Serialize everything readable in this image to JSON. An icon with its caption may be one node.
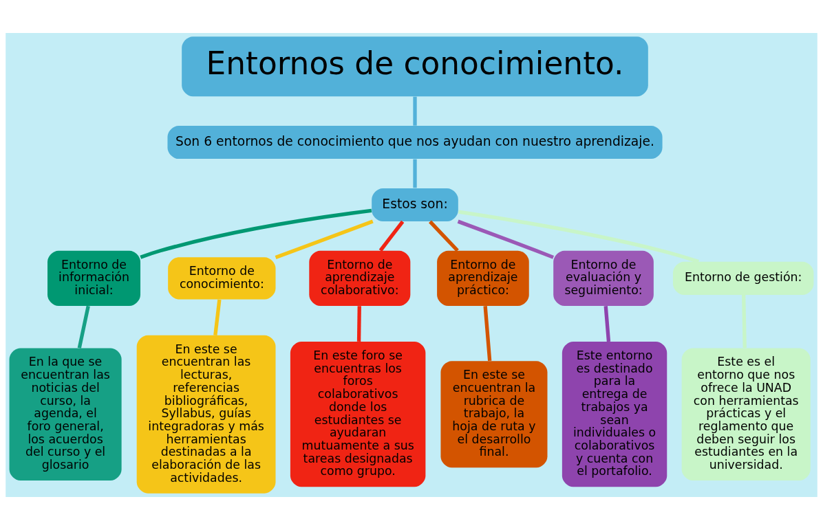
{
  "diagram": {
    "nodes": [
      {
        "text": [
          "Entornos de conocimiento."
        ]
      },
      {
        "text": [
          "Son 6 entornos de conocimiento que nos ayudan con nuestro aprendizaje."
        ]
      },
      {
        "text": [
          "Estos son:"
        ]
      },
      {
        "text": [
          "Entorno de información inicial:"
        ]
      },
      {
        "text": [
          "En la que se encuentran las noticias del curso, la agenda, el foro general, los acuerdos del curso y el glosario"
        ]
      },
      {
        "text": [
          "Entorno de conocimiento:"
        ]
      },
      {
        "text": [
          "En este se encuentran las lecturas, referencias bibliográficas, Syllabus, guías integradoras y más herramientas destinadas a la elaboración de las actividades."
        ]
      },
      {
        "text": [
          "Entorno de aprendizaje colaborativo:"
        ]
      },
      {
        "text": [
          "En este foro se encuentras los foros colaborativos donde los estudiantes se ayudaran mutuamente a sus tareas designadas como grupo."
        ]
      },
      {
        "text": [
          "Entorno de aprendizaje práctico:"
        ]
      },
      {
        "text": [
          "En este se encuentran la rubrica de trabajo, la hoja de ruta y el desarrollo final."
        ]
      },
      {
        "text": [
          "Entorno de evaluación y seguimiento:"
        ]
      },
      {
        "text": [
          "Este entorno es destinado para la entrega de trabajos ya sean individuales o colaborativos y cuenta con el portafolio."
        ]
      },
      {
        "text": [
          "Entorno de gestión:"
        ]
      },
      {
        "text": [
          "Este es el entorno que nos ofrece la UNAD con herramientas prácticas y el reglamento que deben seguir los estudiantes en la universidad."
        ]
      }
    ],
    "edges": [
      {
        "from": 0,
        "to": 1,
        "arrow": "none",
        "color": "#52b1d9"
      },
      {
        "from": 1,
        "to": 2,
        "arrow": "none",
        "color": "#52b1d9"
      },
      {
        "from": 2,
        "to": 3,
        "arrow": "none",
        "color": "#009872"
      },
      {
        "from": 3,
        "to": 4,
        "arrow": "none",
        "color": "#16a085"
      },
      {
        "from": 2,
        "to": 5,
        "arrow": "none",
        "color": "#f5c518"
      },
      {
        "from": 5,
        "to": 6,
        "arrow": "none",
        "color": "#f5c518"
      },
      {
        "from": 2,
        "to": 7,
        "arrow": "none",
        "color": "#f02414"
      },
      {
        "from": 7,
        "to": 8,
        "arrow": "none",
        "color": "#f02414"
      },
      {
        "from": 2,
        "to": 9,
        "arrow": "none",
        "color": "#d35400"
      },
      {
        "from": 9,
        "to": 10,
        "arrow": "none",
        "color": "#d35400"
      },
      {
        "from": 2,
        "to": 11,
        "arrow": "none",
        "color": "#9b59b6"
      },
      {
        "from": 11,
        "to": 12,
        "arrow": "none",
        "color": "#8e44ad"
      },
      {
        "from": 2,
        "to": 13,
        "arrow": "none",
        "color": "#c8f5c8"
      },
      {
        "from": 13,
        "to": 14,
        "arrow": "none",
        "color": "#c8f5c8"
      }
    ]
  }
}
